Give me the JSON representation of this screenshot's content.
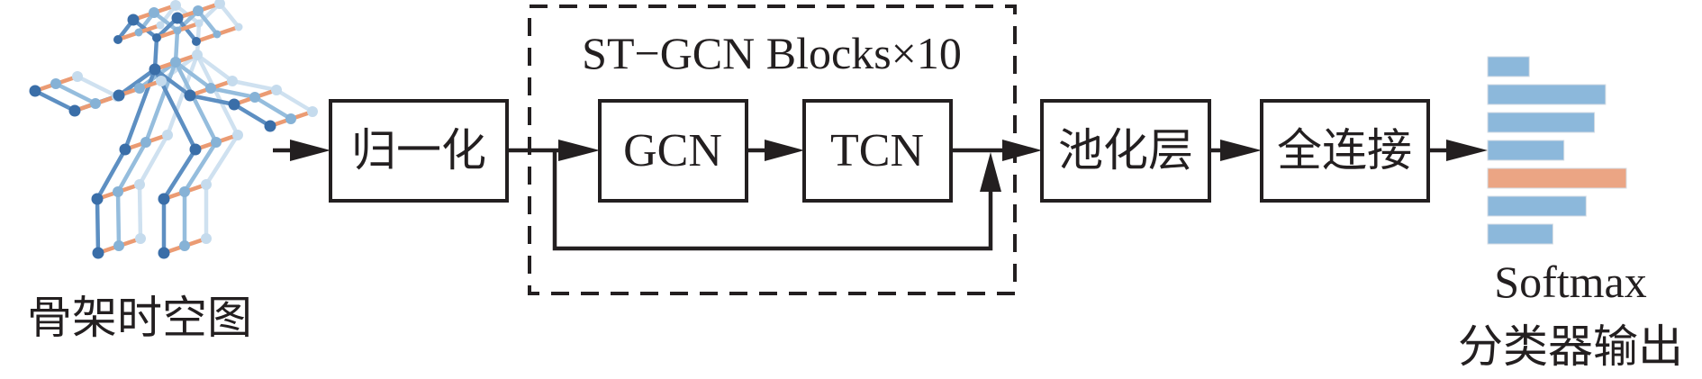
{
  "input": {
    "label": "骨架时空图"
  },
  "blocks": {
    "normalize": "归一化",
    "stgcn_group_label": "ST−GCN Blocks×10",
    "gcn": "GCN",
    "tcn": "TCN",
    "pooling": "池化层",
    "fully_connected": "全连接"
  },
  "output": {
    "label_line1": "Softmax",
    "label_line2": "分类器输出",
    "bar_scores": [
      0.3,
      0.85,
      0.77,
      0.55,
      1.0,
      0.71,
      0.47
    ],
    "highlight_index": 4
  },
  "colors": {
    "line": "#231f20",
    "bar_default": "#8cb8db",
    "bar_highlight": "#eba584",
    "skeleton_frames": [
      "#3a6ea8",
      "#86b2d6",
      "#c5dbed"
    ],
    "skeleton_edges": [
      "#5d8fc2",
      "#95bddd",
      "#cfe1f0"
    ],
    "temporal_link": "#eb9b73"
  }
}
